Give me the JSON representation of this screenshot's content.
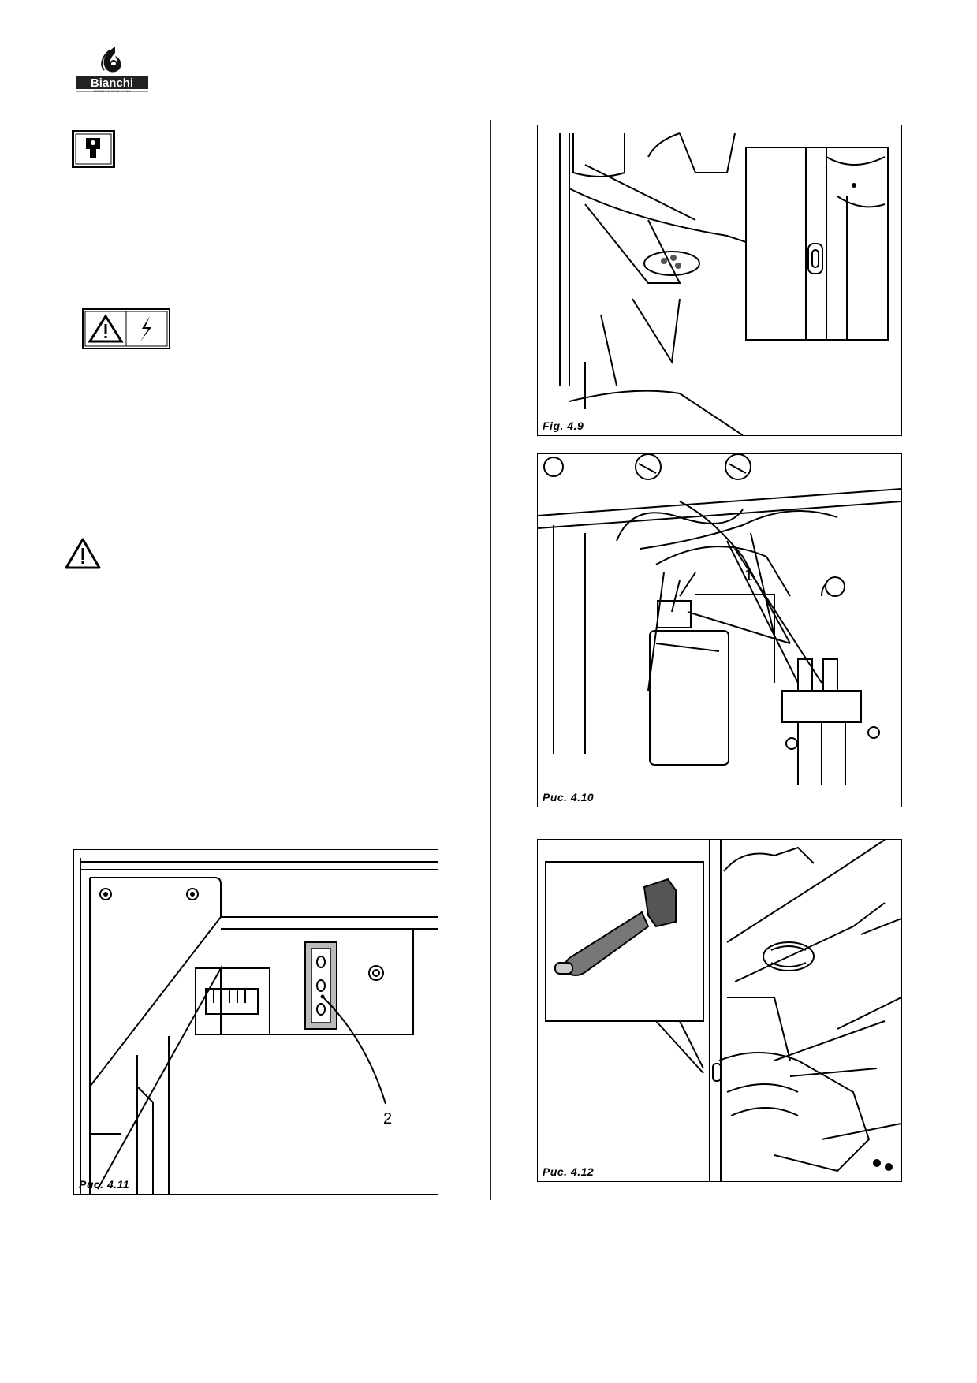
{
  "header": {
    "logo_name": "Bianchi",
    "logo_subtitle": "VENDING MACHINES"
  },
  "figures": {
    "fig_4_9": {
      "caption": "Fig. 4.9"
    },
    "fig_4_10": {
      "caption": "Рис. 4.10",
      "callout": "1"
    },
    "fig_4_11": {
      "caption": "Рис. 4.11",
      "callout": "2"
    },
    "fig_4_12": {
      "caption": "Рис. 4.12"
    }
  },
  "icons": [
    "key-icon",
    "warning-triangle-icon",
    "electric-shock-icon",
    "caution-icon"
  ]
}
